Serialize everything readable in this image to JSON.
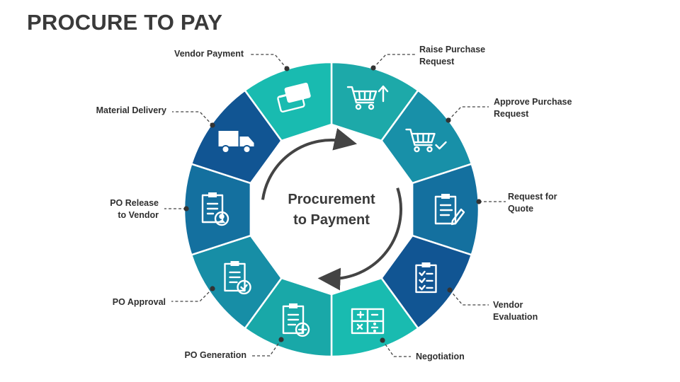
{
  "title": "PROCURE TO PAY",
  "center": {
    "line1": "Procurement",
    "line2": "to Payment"
  },
  "colors": {
    "teal_light": "#17b5ad",
    "teal_mid": "#1795a8",
    "blue_mid": "#13719f",
    "blue_dark": "#10568f"
  },
  "stages": [
    {
      "label": "Raise Purchase\nRequest",
      "icon": "cart-up-icon",
      "color": "#1da9a9"
    },
    {
      "label": "Approve Purchase\nRequest",
      "icon": "cart-check-icon",
      "color": "#1890a8"
    },
    {
      "label": "Request for\nQuote",
      "icon": "clipboard-pen-icon",
      "color": "#14709f"
    },
    {
      "label": "Vendor\nEvaluation",
      "icon": "checklist-icon",
      "color": "#115593"
    },
    {
      "label": "Negotiation",
      "icon": "calculator-icon",
      "color": "#19bbb0"
    },
    {
      "label": "PO Generation",
      "icon": "clipboard-plus-icon",
      "color": "#19a8a8"
    },
    {
      "label": "PO Approval",
      "icon": "clipboard-check-icon",
      "color": "#178ea6"
    },
    {
      "label": "PO Release\nto Vendor",
      "icon": "clipboard-user-icon",
      "color": "#14709f"
    },
    {
      "label": "Material Delivery",
      "icon": "truck-icon",
      "color": "#115593"
    },
    {
      "label": "Vendor Payment",
      "icon": "credit-cards-icon",
      "color": "#19bbb0"
    }
  ]
}
